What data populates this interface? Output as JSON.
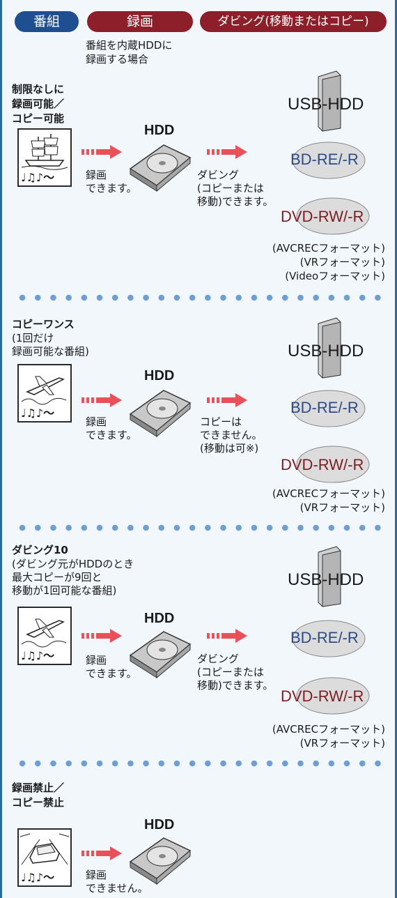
{
  "header": {
    "tab_program": "番組",
    "tab_record": "録画",
    "tab_dubbing": "ダビング(移動またはコピー)",
    "note_line1": "番組を内蔵HDDに",
    "note_line2": "録画する場合"
  },
  "media": {
    "hdd": "HDD",
    "usb": "USB-HDD",
    "bd": "BD-RE/-R",
    "dvd": "DVD-RW/-R"
  },
  "sections": [
    {
      "title": "制限なしに\n録画可能／\nコピー可能",
      "record_note": "録画\nできます。",
      "dub_note": "ダビング\n(コピーまたは\n移動)できます。",
      "formats": "(AVCRECフォーマット)\n(VRフォーマット)\n(Videoフォーマット)"
    },
    {
      "title": "コピーワンス",
      "subtitle": "(1回だけ\n録画可能な番組)",
      "record_note": "録画\nできます。",
      "dub_note": "コピーは\nできません。\n(移動は可※)",
      "formats": "(AVCRECフォーマット)\n(VRフォーマット)"
    },
    {
      "title": "ダビング10",
      "subtitle": "(ダビング元がHDDのとき\n最大コピーが9回と\n移動が1回可能な番組)",
      "record_note": "録画\nできます。",
      "dub_note": "ダビング\n(コピーまたは\n移動)できます。",
      "formats": "(AVCRECフォーマット)\n(VRフォーマット)"
    },
    {
      "title": "録画禁止／\nコピー禁止",
      "record_note": "録画\nできません。"
    }
  ],
  "icons": {
    "notes": "♩♫♪～",
    "colors": {
      "blue": "#1f4f90",
      "red": "#8c1f2a",
      "arrow": "#e8505a",
      "dots": "#6f9fd0"
    }
  }
}
